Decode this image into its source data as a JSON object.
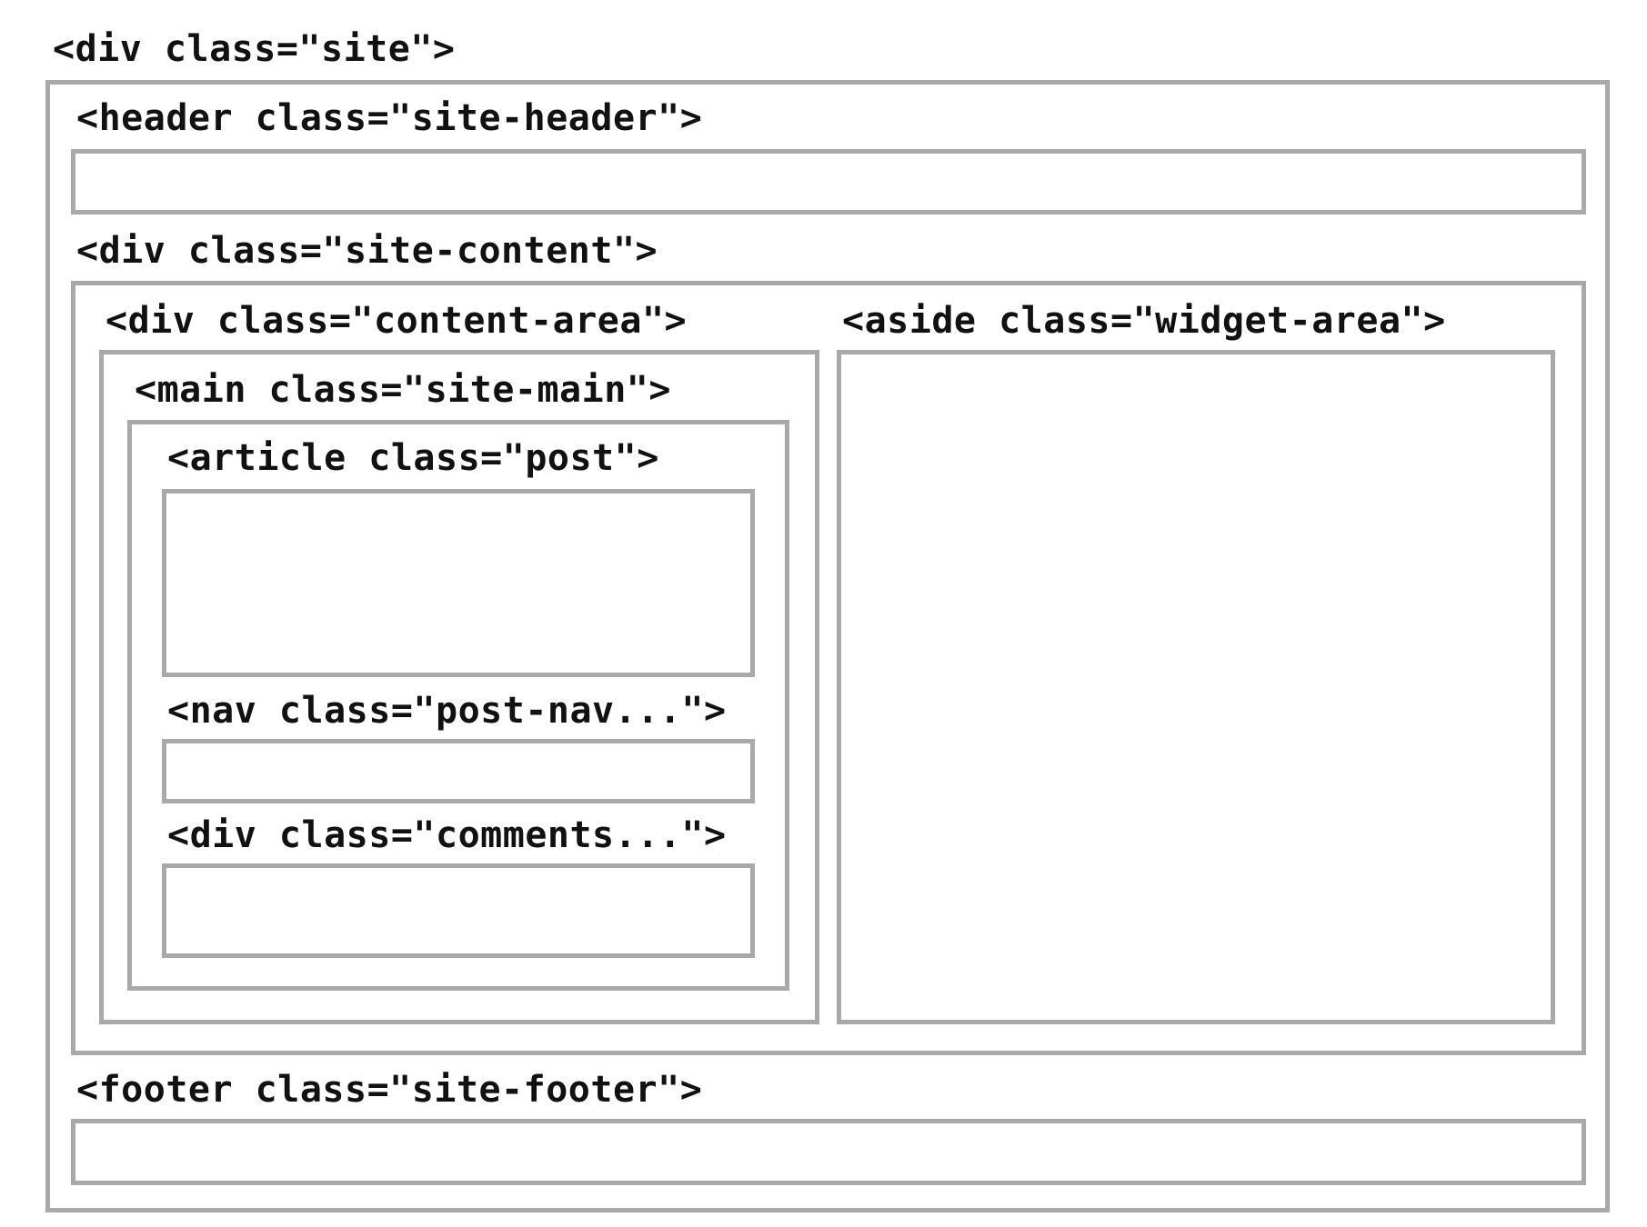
{
  "labels": {
    "site": "<div class=\"site\">",
    "site_header": "<header class=\"site-header\">",
    "site_content": "<div class=\"site-content\">",
    "content_area": "<div class=\"content-area\">",
    "widget_area": "<aside class=\"widget-area\">",
    "site_main": "<main class=\"site-main\">",
    "post": "<article class=\"post\">",
    "post_nav": "<nav class=\"post-nav...\">",
    "comments": "<div class=\"comments...\">",
    "site_footer": "<footer class=\"site-footer\">"
  },
  "colors": {
    "box_border": "#a9a9a9",
    "text": "#111111",
    "background": "#ffffff"
  }
}
